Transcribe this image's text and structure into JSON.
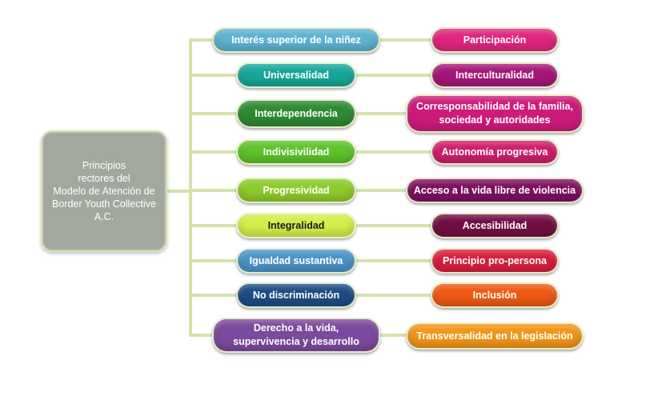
{
  "root": {
    "lines": [
      "Principios",
      "rectores del",
      "Modelo  de Atención de",
      "Border Youth Collective",
      "A.C."
    ],
    "color": "#a3a89f"
  },
  "connector_color": "#d4e3ae",
  "left_items": [
    {
      "label": "Interés superior de la niñez",
      "color": "#5fb3d3"
    },
    {
      "label": "Universalidad",
      "color": "#17a79a"
    },
    {
      "label": "Interdependencia",
      "color": "#2e8a35"
    },
    {
      "label": "Indivisivilidad",
      "color": "#5ec22b"
    },
    {
      "label": "Progresividad",
      "color": "#8ecb2c"
    },
    {
      "label": "Integralidad",
      "color": "#d6ee4a"
    },
    {
      "label": "Igualdad sustantiva",
      "color": "#4d93c8"
    },
    {
      "label": "No discriminación",
      "color": "#1e4d86"
    },
    {
      "label": "Derecho a la vida, supervivencia y desarrollo",
      "color": "#7a4a9c"
    }
  ],
  "right_items": [
    {
      "label": "Participación",
      "color": "#e0267e"
    },
    {
      "label": "Interculturalidad",
      "color": "#a5177a"
    },
    {
      "label": "Corresponsabilidad de la familia, sociedad y autoridades",
      "color": "#cc1b7a"
    },
    {
      "label": "Autonomía progresiva",
      "color": "#cf1f6b"
    },
    {
      "label": "Acceso a la vida libre de violencia",
      "color": "#7e1160"
    },
    {
      "label": "Accesibilidad",
      "color": "#720f45"
    },
    {
      "label": "Principio pro-persona",
      "color": "#d91f3d"
    },
    {
      "label": "Inclusión",
      "color": "#ef5a14"
    },
    {
      "label": "Transversalidad en la legislación",
      "color": "#f0961a"
    }
  ]
}
